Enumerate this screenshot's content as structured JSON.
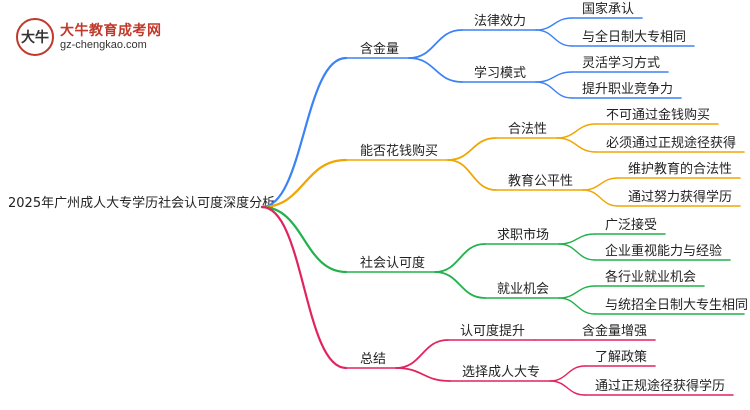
{
  "logo": {
    "glyph": "大牛",
    "title": "大牛教育成考网",
    "url": "gz-chengkao.com"
  },
  "root": "2025年广州成人大专学历社会认可度深度分析",
  "branches": [
    {
      "label": "含金量",
      "color": "#3b82f6",
      "children": [
        {
          "label": "法律效力",
          "leaves": [
            "国家承认",
            "与全日制大专相同"
          ]
        },
        {
          "label": "学习模式",
          "leaves": [
            "灵活学习方式",
            "提升职业竞争力"
          ]
        }
      ]
    },
    {
      "label": "能否花钱购买",
      "color": "#f0a500",
      "children": [
        {
          "label": "合法性",
          "leaves": [
            "不可通过金钱购买",
            "必须通过正规途径获得"
          ]
        },
        {
          "label": "教育公平性",
          "leaves": [
            "维护教育的合法性",
            "通过努力获得学历"
          ]
        }
      ]
    },
    {
      "label": "社会认可度",
      "color": "#22b14c",
      "children": [
        {
          "label": "求职市场",
          "leaves": [
            "广泛接受",
            "企业重视能力与经验"
          ]
        },
        {
          "label": "就业机会",
          "leaves": [
            "各行业就业机会",
            "与统招全日制大专生相同"
          ]
        }
      ]
    },
    {
      "label": "总结",
      "color": "#e0245e",
      "children": [
        {
          "label": "认可度提升",
          "leaves": [
            "含金量增强"
          ]
        },
        {
          "label": "选择成人大专",
          "leaves": [
            "了解政策",
            "通过正规途径获得学历"
          ]
        }
      ]
    }
  ]
}
